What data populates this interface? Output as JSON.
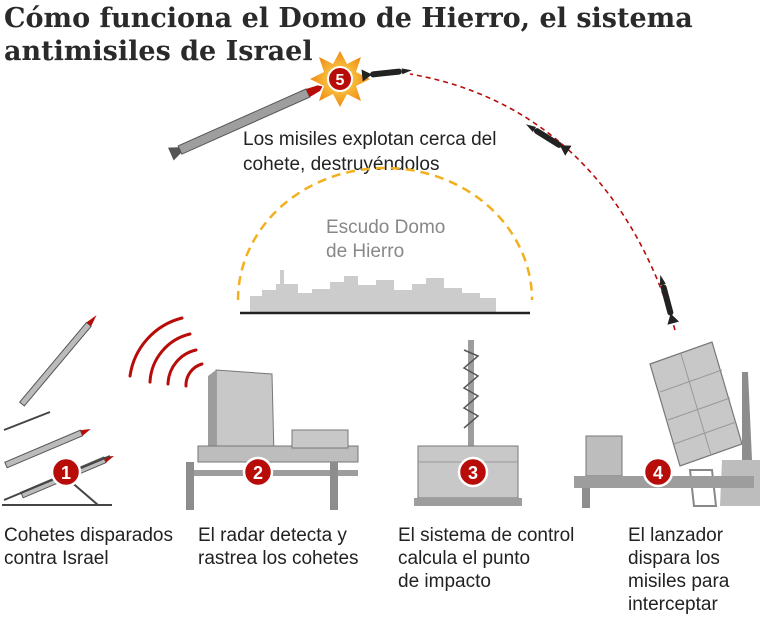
{
  "title": {
    "line1": "Cómo funciona el Domo de Hierro, el sistema",
    "line2": "antimisiles de Israel"
  },
  "explosion": {
    "step": "5",
    "caption_line1": "Los misiles explotan cerca del",
    "caption_line2": "cohete, destruyéndolos"
  },
  "shield": {
    "label_line1": "Escudo Domo",
    "label_line2": "de Hierro"
  },
  "steps": [
    {
      "number": "1",
      "lines": [
        "Cohetes disparados",
        "contra Israel"
      ]
    },
    {
      "number": "2",
      "lines": [
        "El radar detecta y",
        "rastrea los cohetes"
      ]
    },
    {
      "number": "3",
      "lines": [
        "El sistema de control",
        "calcula el punto",
        "de impacto"
      ]
    },
    {
      "number": "4",
      "lines": [
        "El lanzador",
        "dispara los",
        "misiles para",
        "interceptar"
      ]
    }
  ],
  "colors": {
    "marker": "#b80c09",
    "shield_arc": "#f2b01e",
    "trajectory": "#b80c09",
    "equipment": "#bdbdbd",
    "city": "#cccccc"
  }
}
